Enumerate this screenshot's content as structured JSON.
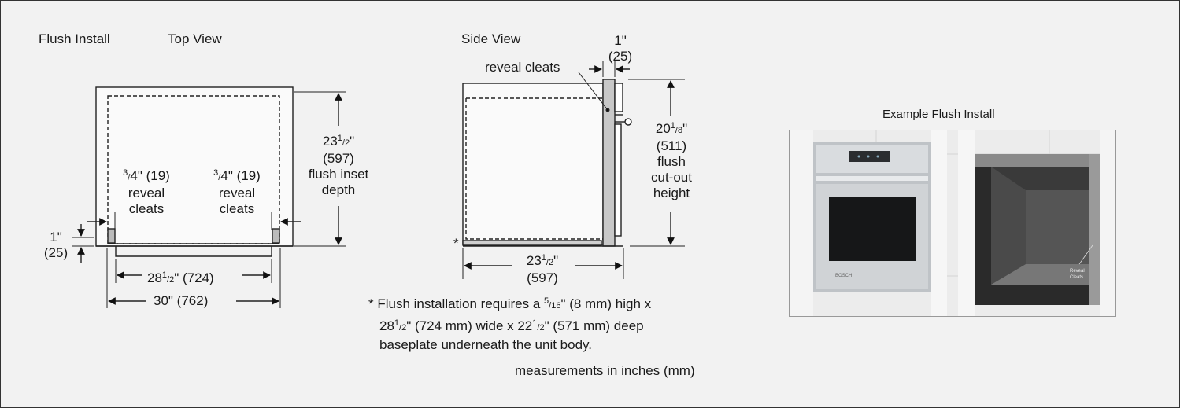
{
  "top_view": {
    "heading_left": "Flush Install",
    "heading_right": "Top View",
    "inset_depth": {
      "whole": "23",
      "num": "1",
      "den": "2",
      "suffix": "\"",
      "mm": "(597)",
      "line1": "flush inset",
      "line2": "depth"
    },
    "cleat_left": {
      "num": "3",
      "den": "4",
      "rest": "\" (19)",
      "line1": "reveal",
      "line2": "cleats"
    },
    "cleat_right": {
      "num": "3",
      "den": "4",
      "rest": "\" (19)",
      "line1": "reveal",
      "line2": "cleats"
    },
    "offset": {
      "inch": "1\"",
      "mm": "(25)"
    },
    "inner_width": {
      "whole": "28",
      "num": "1",
      "den": "2",
      "rest": "\" (724)"
    },
    "outer_width": "30\" (762)"
  },
  "side_view": {
    "heading": "Side View",
    "cleat_label": "reveal cleats",
    "door_thickness": {
      "inch": "1\"",
      "mm": "(25)"
    },
    "cutout_height": {
      "whole": "20",
      "num": "1",
      "den": "8",
      "suffix": "\"",
      "mm": "(511)",
      "line1": "flush",
      "line2": "cut-out",
      "line3": "height"
    },
    "depth": {
      "whole": "23",
      "num": "1",
      "den": "2",
      "suffix": "\"",
      "mm": "(597)"
    },
    "asterisk": "*"
  },
  "note": {
    "lead": "* Flush installation requires a ",
    "frac_num": "5",
    "frac_den": "16",
    "after_frac": "\" (8 mm) high x",
    "line2_whole": "28",
    "line2_num": "1",
    "line2_den": "2",
    "line2_mid": "\" (724 mm) wide x 22",
    "line2_num2": "1",
    "line2_den2": "2",
    "line2_end": "\" (571 mm) deep",
    "line3": "baseplate underneath the unit body."
  },
  "units_note": "measurements in inches (mm)",
  "example": {
    "title": "Example Flush Install",
    "brand": "BOSCH",
    "callout_line1": "Reveal",
    "callout_line2": "Cleats"
  }
}
